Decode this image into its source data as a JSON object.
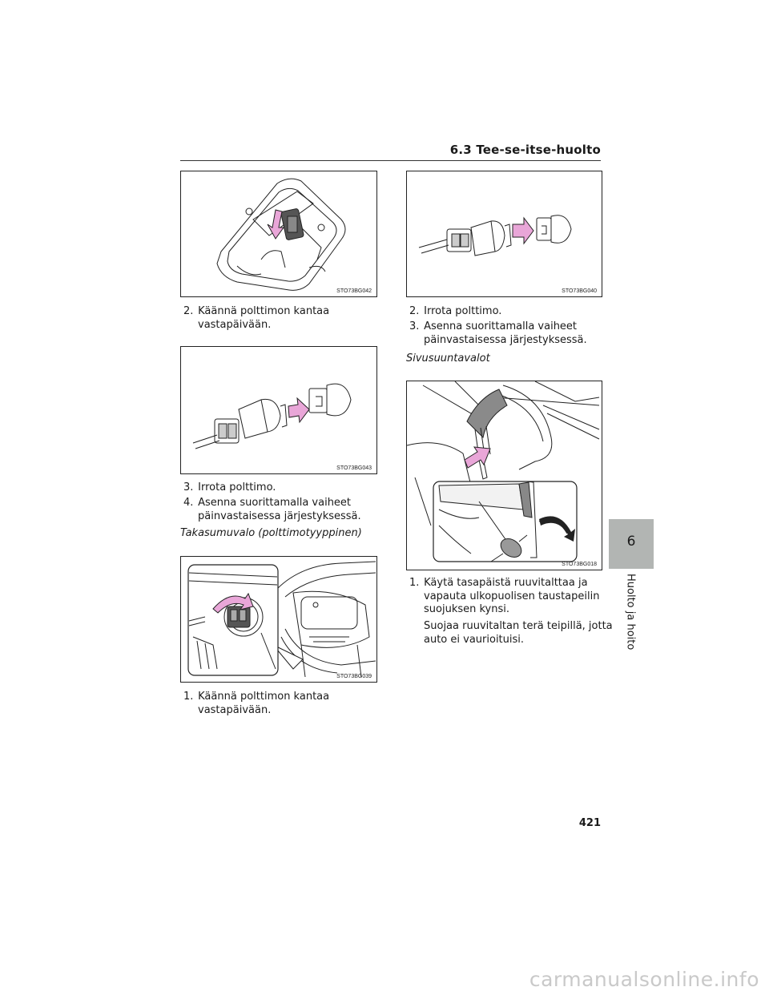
{
  "header": {
    "title": "6.3 Tee-se-itse-huolto"
  },
  "figures": {
    "fig1": {
      "code": "STO73BG042"
    },
    "fig2": {
      "code": "STO73BG040"
    },
    "fig3": {
      "code": "STO73BG043"
    },
    "fig4": {
      "code": "STO73BG039"
    },
    "fig5": {
      "code": "STO73BG018"
    }
  },
  "left_column": {
    "step_a": {
      "num": "2.",
      "line1": "Käännä polttimon kantaa",
      "line2": "vastapäivään."
    },
    "step_b": {
      "num": "3.",
      "text": "Irrota polttimo."
    },
    "step_c": {
      "num": "4.",
      "line1": "Asenna suorittamalla vaiheet",
      "line2": "päinvastaisessa järjestyksessä."
    },
    "subheading": "Takasumuvalo (polttimotyyppinen)",
    "step_d": {
      "num": "1.",
      "line1": "Käännä polttimon kantaa",
      "line2": "vastapäivään."
    }
  },
  "right_column": {
    "step_a": {
      "num": "2.",
      "text": "Irrota polttimo."
    },
    "step_b": {
      "num": "3.",
      "line1": "Asenna suorittamalla vaiheet",
      "line2": "päinvastaisessa järjestyksessä."
    },
    "subheading": "Sivusuuntavalot",
    "step_c": {
      "num": "1.",
      "line1": "Käytä tasapäistä ruuvitalttaa ja",
      "line2": "vapauta ulkopuolisen taustapeilin",
      "line3": "suojuksen kynsi."
    },
    "note": {
      "line1": "Suojaa ruuvitaltan terä teipillä, jotta",
      "line2": "auto ei vaurioituisi."
    }
  },
  "side_tab": {
    "number": "6",
    "label": "Huolto ja hoito"
  },
  "page_number": "421",
  "watermark": "carmanualsonline.info",
  "colors": {
    "arrow": "#e9a6d8",
    "tab": "#b2b5b3"
  }
}
